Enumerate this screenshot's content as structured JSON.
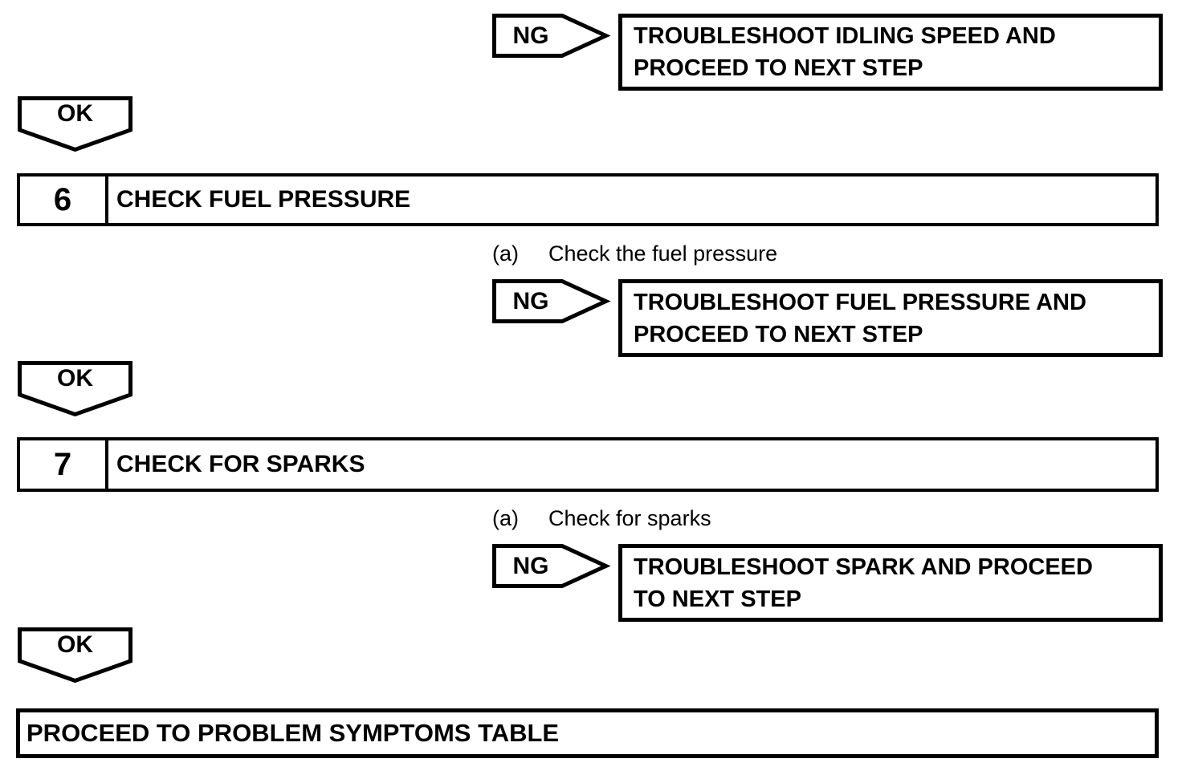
{
  "colors": {
    "outline": "#000000",
    "background": "#ffffff",
    "text": "#000000"
  },
  "flow": {
    "ng_branches": [
      {
        "label": "NG",
        "shape": "arrow-right-pentagon",
        "result_text": "TROUBLESHOOT IDLING SPEED AND\nPROCEED TO NEXT STEP"
      },
      {
        "label": "NG",
        "shape": "arrow-right-pentagon",
        "result_text": "TROUBLESHOOT FUEL PRESSURE AND\nPROCEED TO NEXT STEP"
      },
      {
        "label": "NG",
        "shape": "arrow-right-pentagon",
        "result_text": "TROUBLESHOOT SPARK AND PROCEED\nTO NEXT STEP"
      }
    ],
    "ok_connectors": [
      {
        "label": "OK",
        "shape": "arrow-down-pentagon"
      },
      {
        "label": "OK",
        "shape": "arrow-down-pentagon"
      },
      {
        "label": "OK",
        "shape": "arrow-down-pentagon"
      }
    ],
    "steps": [
      {
        "number": "6",
        "title": "CHECK FUEL PRESSURE",
        "substep_index": "(a)",
        "substep_text": "Check the fuel pressure"
      },
      {
        "number": "7",
        "title": "CHECK FOR SPARKS",
        "substep_index": "(a)",
        "substep_text": "Check for sparks"
      }
    ],
    "terminal": {
      "text": "PROCEED TO PROBLEM SYMPTOMS TABLE"
    }
  }
}
